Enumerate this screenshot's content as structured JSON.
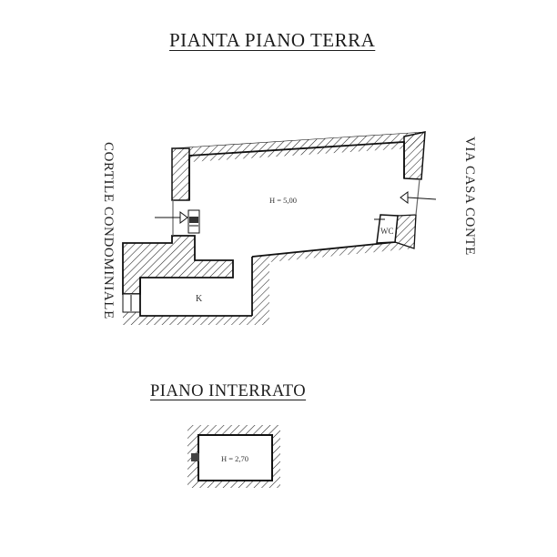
{
  "titles": {
    "ground_floor": "PIANTA PIANO TERRA",
    "basement": "PIANO INTERRATO"
  },
  "side_labels": {
    "left": "CORTILE CONDOMINIALE",
    "right": "VIA CASA CONTE"
  },
  "ground_floor": {
    "main_room_label": "H = 5,00",
    "kitchen_label": "K",
    "wc_label": "WC",
    "entrances": [
      {
        "side": "left",
        "direction": "right",
        "note": "entrance arrow from courtyard"
      },
      {
        "side": "right",
        "direction": "left",
        "note": "entrance arrow from street"
      }
    ]
  },
  "basement": {
    "room_label": "H = 2,70"
  },
  "colors": {
    "line": "#111111",
    "hatch": "#222222",
    "background": "#ffffff"
  }
}
